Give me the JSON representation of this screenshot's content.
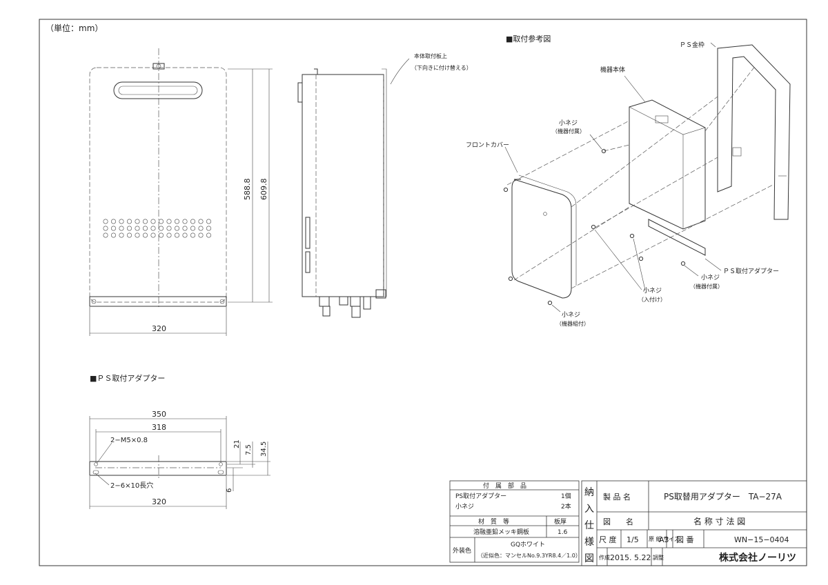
{
  "unit_label": "（単位：mm）",
  "front_view": {
    "dim_width": "320",
    "dim_height_inner": "588.8",
    "dim_height_outer": "609.8"
  },
  "side_view": {
    "note_line1": "本体取付板上",
    "note_line2": "（下向きに付け替える）"
  },
  "install_ref": {
    "title": "■取付参考図",
    "label_ps_frame": "ＰＳ金枠",
    "label_body": "機器本体",
    "label_screw_top": "小ネジ",
    "label_screw_top_sub": "（機器付属）",
    "label_front_cover": "フロントカバー",
    "label_ps_adapter": "ＰＳ取付アダプター",
    "label_screw_right": "小ネジ",
    "label_screw_right_sub": "（機器付属）",
    "label_screw_mid": "小ネジ",
    "label_screw_mid_sub": "（入付け）",
    "label_screw_bottom": "小ネジ",
    "label_screw_bottom_sub": "（機器組付）"
  },
  "adapter_view": {
    "title": "■ＰＳ取付アダプター",
    "dim_350": "350",
    "dim_318": "318",
    "dim_320": "320",
    "dim_21": "21",
    "dim_7_5": "7.5",
    "dim_34_5": "34.5",
    "dim_6": "6",
    "note_thread": "2−M5×0.8",
    "note_slot": "2−6×10長穴"
  },
  "parts_table": {
    "header": "付　属　部　品",
    "rows": [
      {
        "name": "PS取付アダプター",
        "qty": "1個"
      },
      {
        "name": "小ネジ",
        "qty": "2本"
      }
    ],
    "material_header": "材　質　等",
    "thickness_header": "板厚",
    "material": "溶融亜鉛メッキ鋼板",
    "thickness": "1.6",
    "exterior_label": "外装色",
    "exterior_color": "GQホワイト",
    "exterior_note": "（近似色：マンセルNo.9.3YR8.4／1.0）"
  },
  "title_block": {
    "side_label": [
      "納",
      "入",
      "仕",
      "様",
      "図"
    ],
    "product_name_label": "製 品 名",
    "product_name": "PS取替用アダプター　TA−27A",
    "drawing_name_label": "図　　名",
    "drawing_name": "名 称 寸 法 図",
    "scale_label": "尺 度",
    "scale": "1/5",
    "paper_label": "原 紙 サイズ",
    "paper": "A3",
    "drawing_no_label": "図 番",
    "drawing_no": "WN−15−0404",
    "created_label": "作成",
    "created_date": "2015. 5.22",
    "checked_label": "調整",
    "company": "株式会社ノーリツ"
  }
}
